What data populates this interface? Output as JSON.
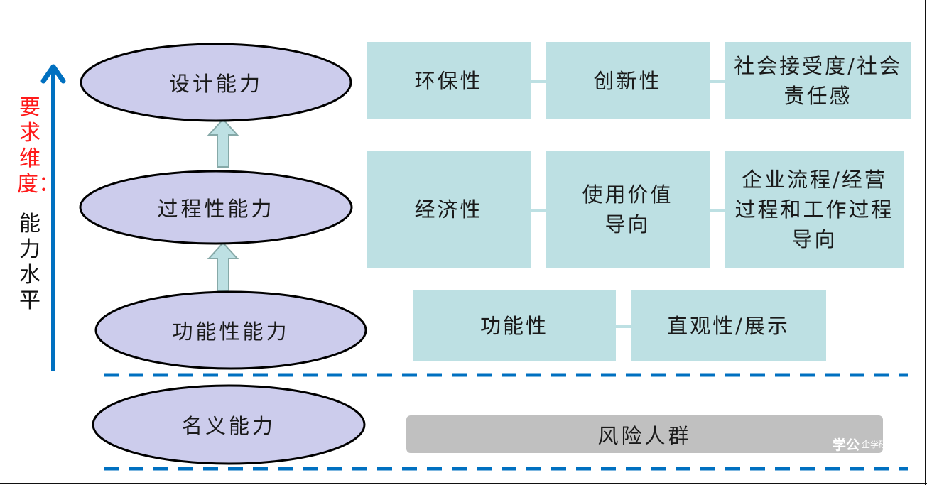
{
  "diagram": {
    "axis": {
      "label_red": "要求维度：",
      "label_black": "能力水平",
      "arrow_color": "#0070c0",
      "label_red_color": "#ff1a1a"
    },
    "levels": [
      {
        "name": "设计能力",
        "items": [
          "环保性",
          "创新性",
          "社会接受度/社会责任感"
        ]
      },
      {
        "name": "过程性能力",
        "items": [
          "经济性",
          "使用价值导向",
          "企业流程/经营过程和工作过程导向"
        ]
      },
      {
        "name": "功能性能力",
        "items": [
          "功能性",
          "直观性/展示"
        ]
      },
      {
        "name": "名义能力",
        "risk_group": "风险人群"
      }
    ],
    "colors": {
      "ellipse_fill": "#ccccec",
      "box_fill": "#bde0e3",
      "gray_bar": "#c0c0c0",
      "dashed_line": "#0070c0"
    },
    "watermark": {
      "logo": "学公",
      "text": "企学研"
    }
  }
}
